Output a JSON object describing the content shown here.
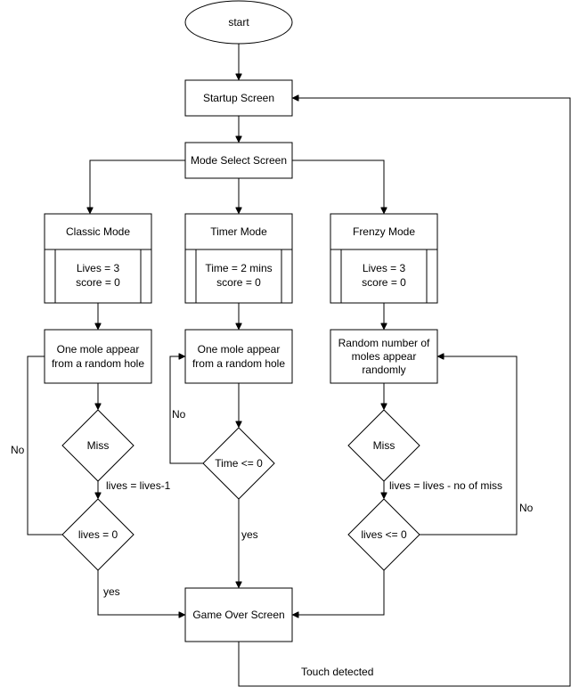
{
  "nodes": {
    "start": "start",
    "startup": "Startup Screen",
    "mode_select": "Mode Select Screen",
    "classic": {
      "title": "Classic Mode",
      "line1": "Lives = 3",
      "line2": "score = 0"
    },
    "timer": {
      "title": "Timer Mode",
      "line1": "Time = 2 mins",
      "line2": "score = 0"
    },
    "frenzy": {
      "title": "Frenzy Mode",
      "line1": "Lives = 3",
      "line2": "score = 0"
    },
    "classic_mole": {
      "line1": "One mole appear",
      "line2": "from a random hole"
    },
    "timer_mole": {
      "line1": "One mole appear",
      "line2": "from a random hole"
    },
    "frenzy_mole": {
      "line1": "Random number of",
      "line2": "moles appear",
      "line3": "randomly"
    },
    "classic_miss": "Miss",
    "frenzy_miss": "Miss",
    "classic_lives": "lives = 0",
    "timer_check": "Time <= 0",
    "frenzy_lives": "lives <= 0",
    "game_over": "Game Over Screen"
  },
  "edge_labels": {
    "classic_decrement": "lives = lives-1",
    "frenzy_decrement": "lives = lives - no of miss",
    "classic_no": "No",
    "classic_yes": "yes",
    "timer_no": "No",
    "timer_yes": "yes",
    "frenzy_no": "No",
    "touch": "Touch detected"
  }
}
